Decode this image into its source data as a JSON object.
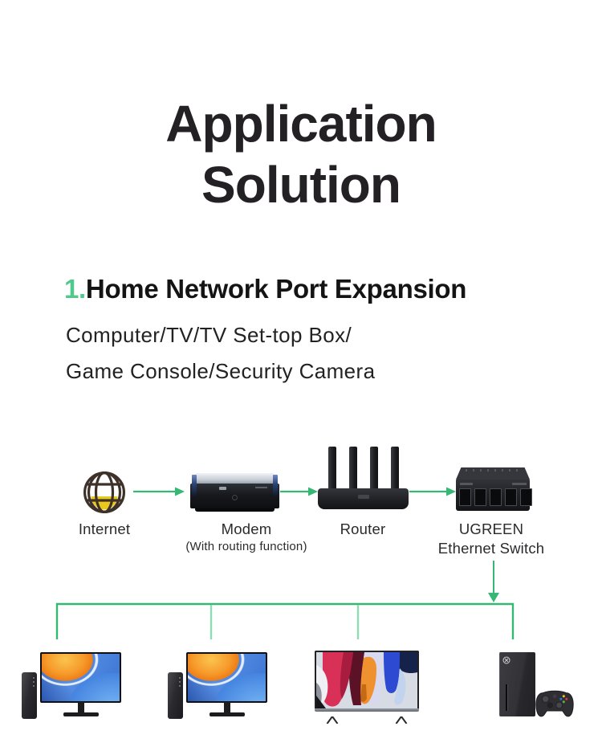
{
  "title": {
    "line1": "Application",
    "line2": "Solution"
  },
  "section": {
    "number": "1.",
    "heading": "Home Network Port Expansion",
    "subtitle_line1": "Computer/TV/TV Set-top Box/",
    "subtitle_line2": "Game Console/Security Camera"
  },
  "diagram": {
    "internet_label": "Internet",
    "modem_label": "Modem",
    "modem_note": "(With routing function)",
    "router_label": "Router",
    "switch_label_line1": "UGREEN",
    "switch_label_line2": "Ethernet Switch"
  },
  "colors": {
    "accent_green": "#4fca8c",
    "arrow_green": "#35b873",
    "branch_light_green": "#8edcb4",
    "title_text": "#242124",
    "globe_yellow": "#eac81c"
  },
  "devices": [
    {
      "name": "computer-1",
      "type": "desktop computer"
    },
    {
      "name": "computer-2",
      "type": "desktop computer"
    },
    {
      "name": "tv",
      "type": "television"
    },
    {
      "name": "game-console",
      "type": "Xbox game console with controller"
    }
  ]
}
